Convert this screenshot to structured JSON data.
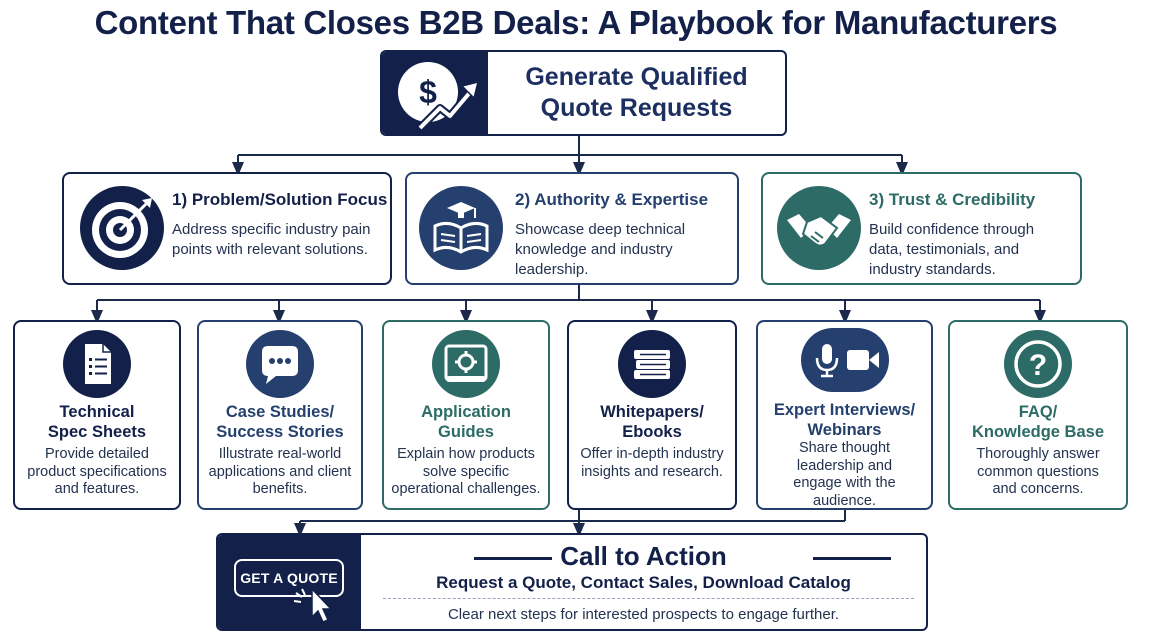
{
  "title": "Content That Closes B2B Deals: A Playbook for Manufacturers",
  "goal": {
    "line1": "Generate Qualified",
    "line2": "Quote Requests",
    "icon": "dollar-growth-icon"
  },
  "pillars": [
    {
      "title": "1) Problem/Solution Focus",
      "desc": "Address specific industry pain points with relevant solutions.",
      "icon": "target-icon",
      "color": "#13204a"
    },
    {
      "title": "2) Authority & Expertise",
      "desc": "Showcase deep technical knowledge and industry leadership.",
      "icon": "book-graduation-icon",
      "color": "#25406e"
    },
    {
      "title": "3) Trust & Credibility",
      "desc": "Build confidence through data, testimonials, and industry standards.",
      "icon": "handshake-icon",
      "color": "#2c6b66"
    }
  ],
  "cards": [
    {
      "title1": "Technical",
      "title2": "Spec Sheets",
      "desc": "Provide detailed product specifications and features.",
      "icon": "document-icon",
      "color": "#13204a"
    },
    {
      "title1": "Case Studies/",
      "title2": "Success Stories",
      "desc": "Illustrate real-world applications and client benefits.",
      "icon": "chat-bubble-icon",
      "color": "#25406e"
    },
    {
      "title1": "Application",
      "title2": "Guides",
      "desc": "Explain how products solve specific operational challenges.",
      "icon": "blueprint-gear-icon",
      "color": "#2c6b66"
    },
    {
      "title1": "Whitepapers/",
      "title2": "Ebooks",
      "desc": "Offer in-depth industry insights and research.",
      "icon": "books-stack-icon",
      "color": "#13204a"
    },
    {
      "title1": "Expert Interviews/",
      "title2": "Webinars",
      "desc": "Share thought leadership and engage with the audience.",
      "icon": "mic-video-icon",
      "color": "#25406e"
    },
    {
      "title1": "FAQ/",
      "title2": "Knowledge Base",
      "desc": "Thoroughly answer common questions and concerns.",
      "icon": "question-icon",
      "color": "#2c6b66"
    }
  ],
  "cta": {
    "button": "GET A QUOTE",
    "title": "Call to Action",
    "subtitle": "Request a Quote, Contact Sales, Download Catalog",
    "desc": "Clear next steps for interested prospects to engage further."
  },
  "colors": {
    "navy": "#13204a",
    "blue": "#25406e",
    "teal": "#2c6b66"
  }
}
